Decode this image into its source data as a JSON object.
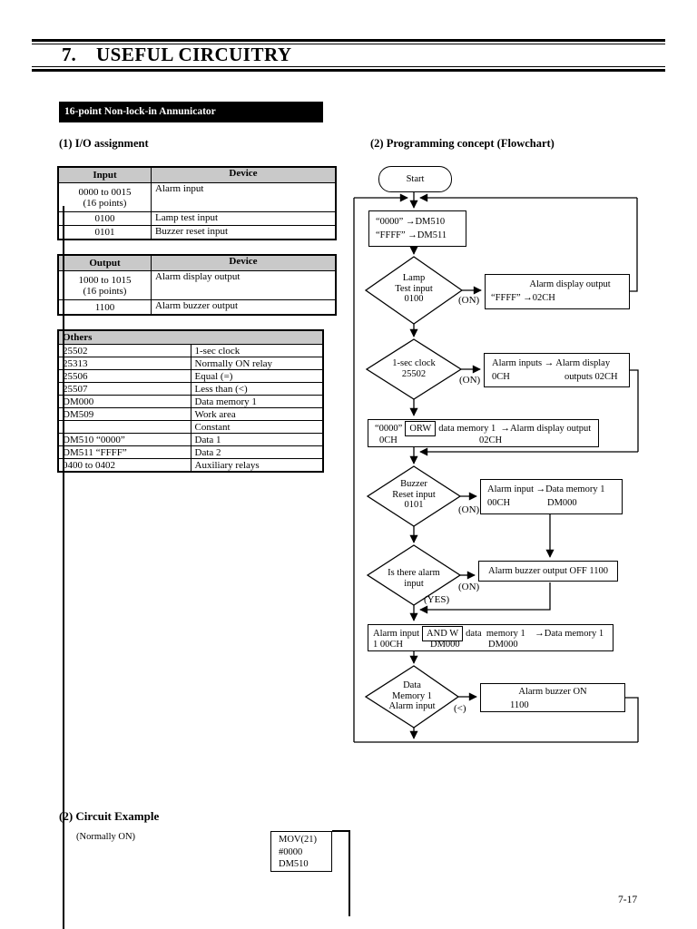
{
  "header": {
    "number": "7.",
    "title": "USEFUL CIRCUITRY"
  },
  "banner": "16-point Non-lock-in Annunicator",
  "headings": {
    "io": "(1)  I/O assignment",
    "flowchart": "(2) Programming concept (Flowchart)",
    "circuit": "(2)  Circuit Example",
    "circuit_note": "(Normally ON)"
  },
  "tables": {
    "input": {
      "col1_header": "Input",
      "col2_header": "Device",
      "rows": [
        {
          "c1": "0000 to 0015\n(16 points)",
          "c2": "Alarm input"
        },
        {
          "c1": "0100",
          "c2": "Lamp test input"
        },
        {
          "c1": "0101",
          "c2": "Buzzer reset input"
        }
      ]
    },
    "output": {
      "col1_header": "Output",
      "col2_header": "Device",
      "rows": [
        {
          "c1": "1000 to 1015\n(16 points)",
          "c2": "Alarm display output"
        },
        {
          "c1": "1100",
          "c2": "Alarm buzzer output"
        }
      ]
    },
    "others": {
      "header": "Others",
      "rows": [
        {
          "c1": "25502",
          "c2": "1-sec clock"
        },
        {
          "c1": "25313",
          "c2": "Normally ON relay"
        },
        {
          "c1": "25506",
          "c2": "Equal (=)"
        },
        {
          "c1": "25507",
          "c2": "Less than (<)"
        },
        {
          "c1": "DM000",
          "c2": "Data memory 1"
        },
        {
          "c1": "DM509",
          "c2": "Work area"
        },
        {
          "c1": "",
          "c2": "Constant"
        },
        {
          "c1": "DM510 “0000”",
          "c2": "Data 1"
        },
        {
          "c1": "DM511 “FFFF”",
          "c2": "Data 2"
        },
        {
          "c1": "0400 to 0402",
          "c2": "Auxiliary relays"
        }
      ]
    }
  },
  "flowchart": {
    "start": "Start",
    "init_line1": "“0000”  →DM510",
    "init_line2": "“FFFF”  →DM511",
    "d1": "Lamp\nTest input\n0100",
    "d2": "1-sec clock\n25502",
    "d3": "Buzzer\nReset input\n0101",
    "d4": "Is there alarm\ninput",
    "d5": "Data\nMemory 1\nAlarm input",
    "on_label": "(ON)",
    "yes_label": "(YES)",
    "lt_label": "(<)",
    "bb1_line1": "Alarm display output",
    "bb1_line2": "“FFFF”  →02CH",
    "bb2_line1": "Alarm inputs → Alarm display",
    "bb2_l2a": "0CH",
    "bb2_l2b": "outputs 02CH",
    "orw_pre": "“0000”",
    "orw_op": "ORW",
    "orw_post": "data memory 1  →Alarm display output",
    "orw_l2a": "0CH",
    "orw_l2b": "02CH",
    "bb3_line1": "Alarm input  →Data memory 1",
    "bb3_l2a": "00CH",
    "bb3_l2b": "DM000",
    "off_box": "Alarm buzzer output OFF 1100",
    "andw_pre": "Alarm input",
    "andw_op": "AND W",
    "andw_post": "data  memory 1    →Data memory 1",
    "andw_l2a": "1 00CH",
    "andw_l2b": "DM000",
    "andw_l2c": "DM000",
    "bb5_line1": "Alarm buzzer ON",
    "bb5_line2": "1100"
  },
  "circuit": {
    "mov_line1": "MOV(21)",
    "mov_line2": "#0000",
    "mov_line3": "DM510"
  },
  "page_number": "7-17"
}
